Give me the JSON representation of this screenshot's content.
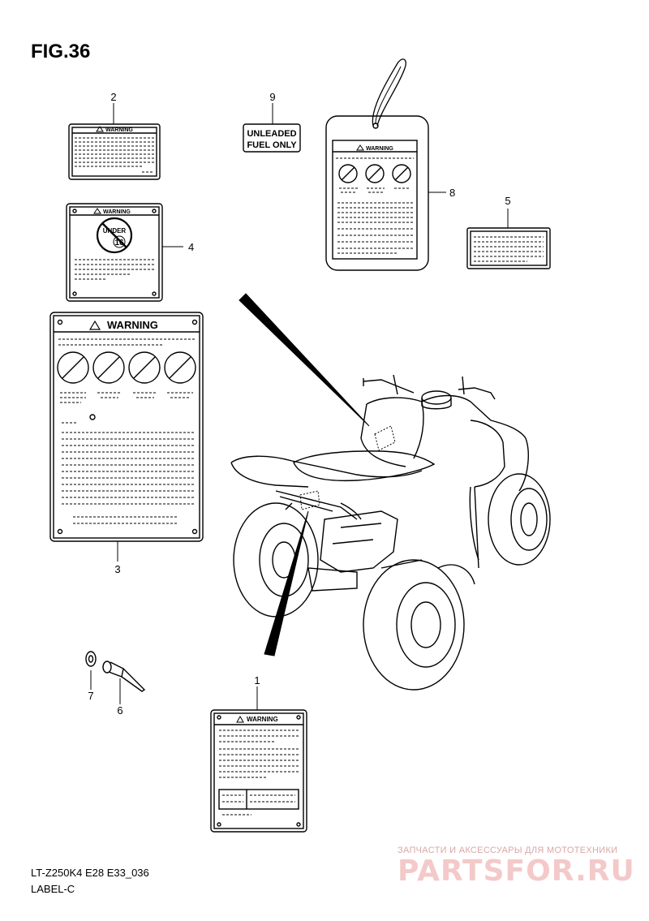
{
  "figure": {
    "title": "FIG.36",
    "code": "LT-Z250K4 E28 E33_036",
    "name": "LABEL-C"
  },
  "callouts": [
    "1",
    "2",
    "3",
    "4",
    "5",
    "6",
    "7",
    "8",
    "9"
  ],
  "labels": {
    "warning_text": "WARNING",
    "fuel_label_line1": "UNLEADED",
    "fuel_label_line2": "FUEL ONLY",
    "under_text": "UNDER",
    "age_number": "16"
  },
  "watermark": {
    "tagline": "ЗАПЧАСТИ И АКСЕССУАРЫ ДЛЯ МОТОТЕХНИКИ",
    "logo": "PARTSFOR.RU"
  }
}
